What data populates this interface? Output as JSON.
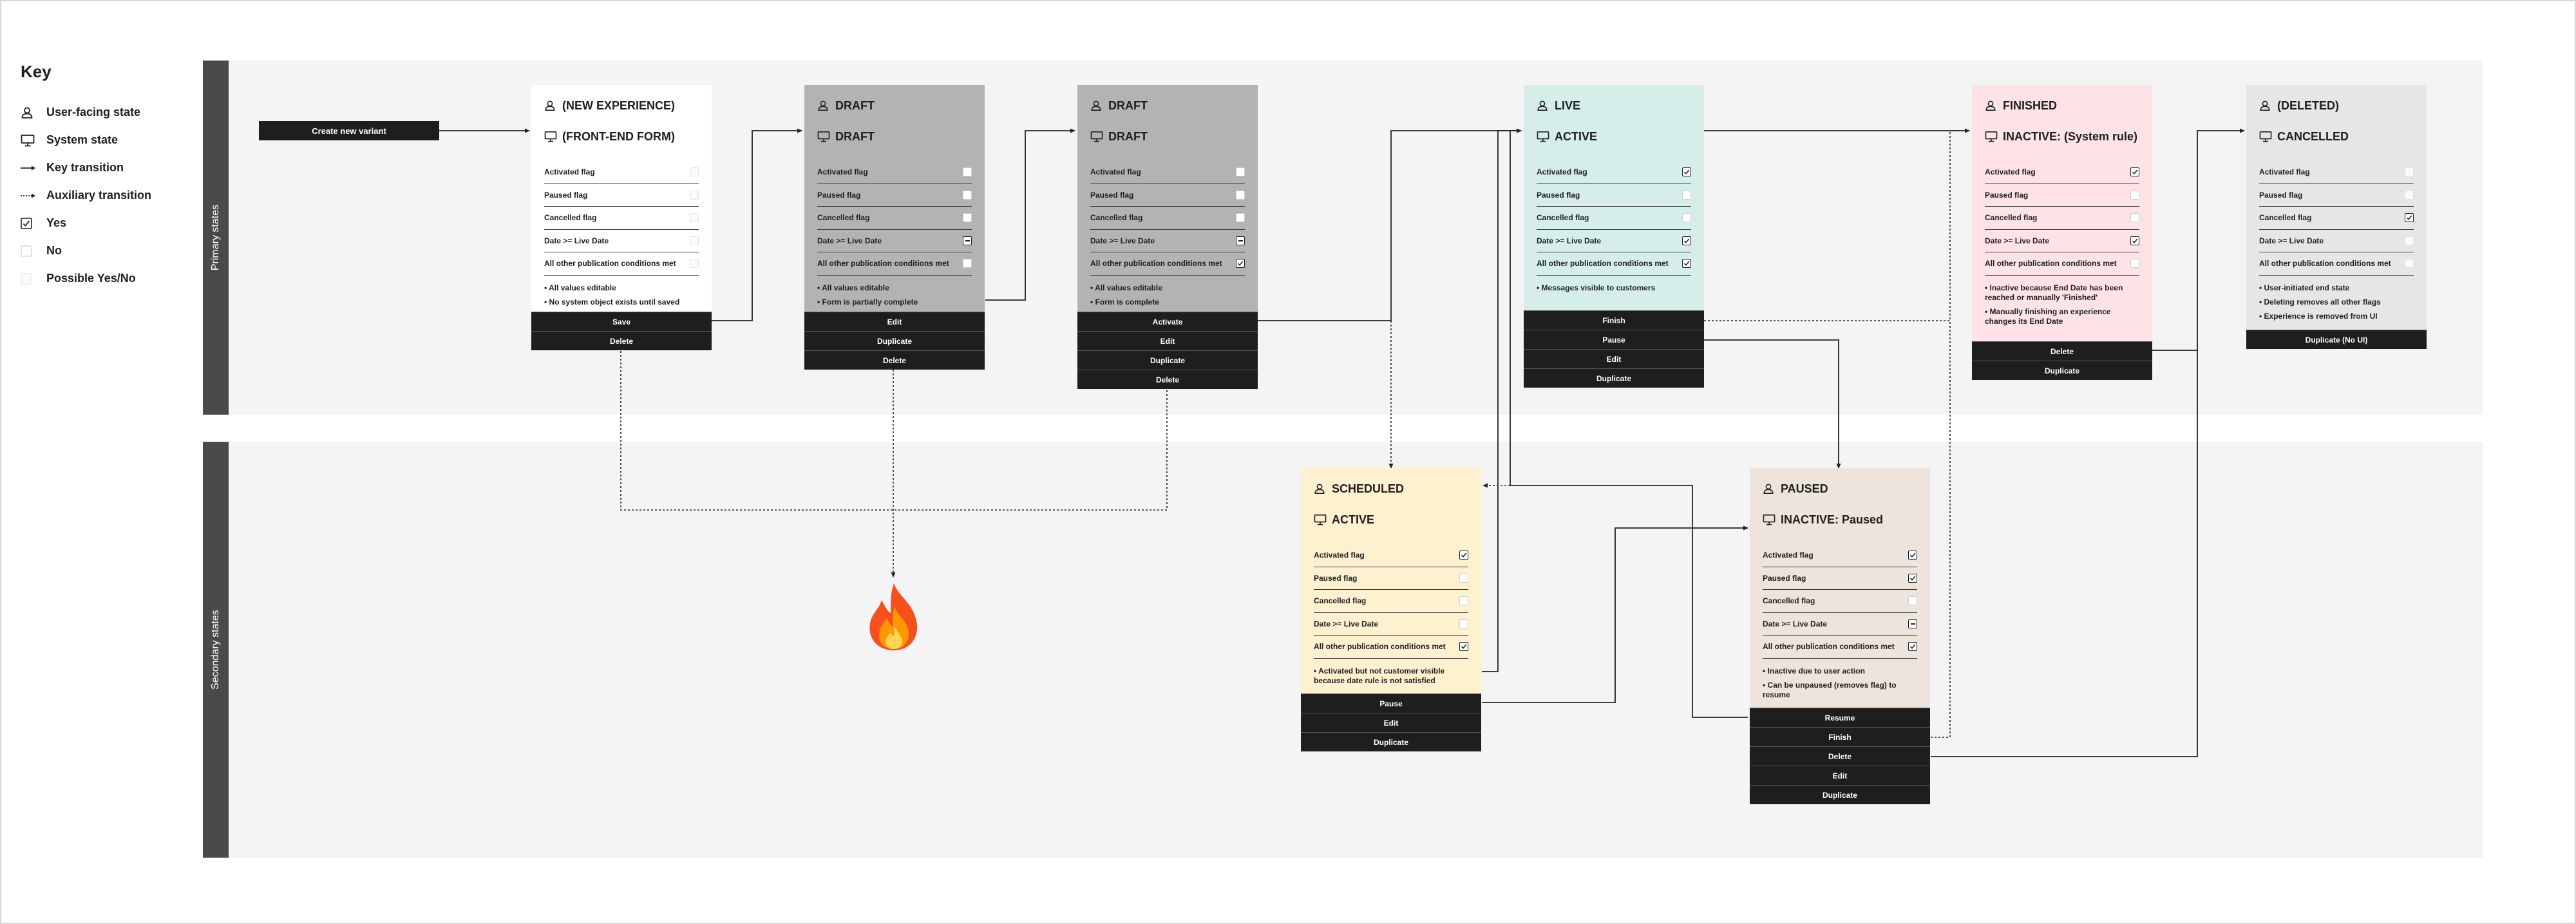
{
  "key": {
    "title": "Key",
    "items": [
      {
        "icon": "user-icon",
        "label": "User-facing state"
      },
      {
        "icon": "monitor-icon",
        "label": "System state"
      },
      {
        "icon": "solid-arrow-icon",
        "label": "Key transition"
      },
      {
        "icon": "dotted-arrow-icon",
        "label": "Auxiliary transition"
      },
      {
        "icon": "checked-box-icon",
        "label": "Yes"
      },
      {
        "icon": "empty-box-icon",
        "label": "No"
      },
      {
        "icon": "faint-box-icon",
        "label": "Possible Yes/No"
      }
    ]
  },
  "lanes": {
    "primary": "Primary states",
    "secondary": "Secondary states"
  },
  "create_button": "Create new variant",
  "flag_labels": [
    "Activated flag",
    "Paused flag",
    "Cancelled flag",
    "Date >= Live Date",
    "All other publication conditions met"
  ],
  "cards": [
    {
      "id": "new-experience",
      "user_state": "(NEW EXPERIENCE)",
      "system_state": "(FRONT-END FORM)",
      "flags": [
        "possible",
        "possible",
        "possible",
        "possible",
        "possible"
      ],
      "notes": [
        "• All values editable",
        "• No system object exists until saved"
      ],
      "actions": [
        "Save",
        "Delete"
      ]
    },
    {
      "id": "draft-1",
      "user_state": "DRAFT",
      "system_state": "DRAFT",
      "flags": [
        "no",
        "no",
        "no",
        "partial",
        "no"
      ],
      "notes": [
        "• All values editable",
        "• Form is partially complete"
      ],
      "actions": [
        "Edit",
        "Duplicate",
        "Delete"
      ]
    },
    {
      "id": "draft-2",
      "user_state": "DRAFT",
      "system_state": "DRAFT",
      "flags": [
        "no",
        "no",
        "no",
        "partial",
        "yes"
      ],
      "notes": [
        "• All values editable",
        "• Form is complete"
      ],
      "actions": [
        "Activate",
        "Edit",
        "Duplicate",
        "Delete"
      ]
    },
    {
      "id": "live",
      "user_state": "LIVE",
      "system_state": "ACTIVE",
      "flags": [
        "yes",
        "no",
        "no",
        "yes",
        "yes"
      ],
      "notes": [
        "• Messages visible to customers"
      ],
      "actions": [
        "Finish",
        "Pause",
        "Edit",
        "Duplicate"
      ]
    },
    {
      "id": "finished",
      "user_state": "FINISHED",
      "system_state": "INACTIVE: (System rule)",
      "flags": [
        "yes",
        "no",
        "no",
        "yes",
        "no"
      ],
      "notes": [
        "• Inactive because End Date has been reached or manually 'Finished'",
        "• Manually finishing an experience changes its End Date"
      ],
      "actions": [
        "Delete",
        "Duplicate"
      ]
    },
    {
      "id": "deleted",
      "user_state": "(DELETED)",
      "system_state": "CANCELLED",
      "flags": [
        "possible",
        "possible",
        "yes",
        "possible",
        "possible"
      ],
      "notes": [
        "• User-initiated end state",
        "• Deleting removes all other flags",
        "• Experience is removed from UI"
      ],
      "actions": [
        "Duplicate (No UI)"
      ]
    },
    {
      "id": "scheduled",
      "user_state": "SCHEDULED",
      "system_state": "ACTIVE",
      "flags": [
        "yes",
        "no",
        "no",
        "no",
        "yes"
      ],
      "notes": [
        "• Activated but not customer visible because date rule is not satisfied"
      ],
      "actions": [
        "Pause",
        "Edit",
        "Duplicate"
      ]
    },
    {
      "id": "paused",
      "user_state": "PAUSED",
      "system_state": "INACTIVE: Paused",
      "flags": [
        "yes",
        "yes",
        "no",
        "partial",
        "yes"
      ],
      "notes": [
        "• Inactive due to user action",
        "• Can be unpaused (removes flag) to resume"
      ],
      "actions": [
        "Resume",
        "Finish",
        "Delete",
        "Edit",
        "Duplicate"
      ]
    }
  ],
  "colors": {
    "dark": "#1e1e1e",
    "lane_bg": "#f4f4f4",
    "lane_tab": "#4a4a4a",
    "new_experience": "#ffffff",
    "draft": "#b3b3b3",
    "live": "#d5eee9",
    "finished": "#fde3e6",
    "deleted": "#e6e6e6",
    "scheduled": "#fdf1cf",
    "paused": "#ede4dc"
  }
}
